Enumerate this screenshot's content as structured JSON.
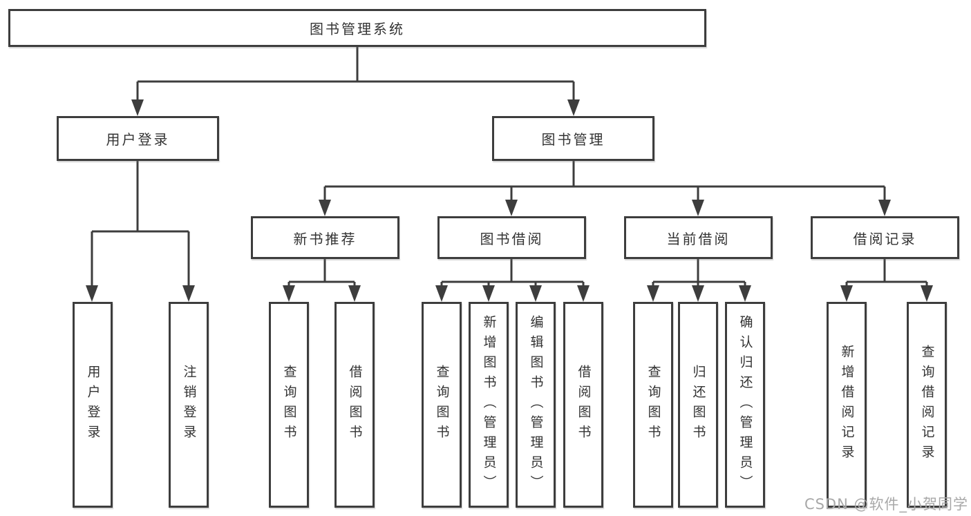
{
  "diagram": {
    "root": {
      "label": "图书管理系统"
    },
    "level2": [
      {
        "label": "用户登录"
      },
      {
        "label": "图书管理"
      }
    ],
    "level3": [
      {
        "label": "新书推荐",
        "parent": "图书管理"
      },
      {
        "label": "图书借阅",
        "parent": "图书管理"
      },
      {
        "label": "当前借阅",
        "parent": "图书管理"
      },
      {
        "label": "借阅记录",
        "parent": "图书管理"
      }
    ],
    "leaves": [
      {
        "label": "用户登录",
        "parent": "用户登录"
      },
      {
        "label": "注销登录",
        "parent": "用户登录"
      },
      {
        "label": "查询图书",
        "parent": "新书推荐"
      },
      {
        "label": "借阅图书",
        "parent": "新书推荐"
      },
      {
        "label": "查询图书",
        "parent": "图书借阅"
      },
      {
        "label": "新增图书（管理员）",
        "parent": "图书借阅"
      },
      {
        "label": "编辑图书（管理员）",
        "parent": "图书借阅"
      },
      {
        "label": "借阅图书",
        "parent": "图书借阅"
      },
      {
        "label": "查询图书",
        "parent": "当前借阅"
      },
      {
        "label": "归还图书",
        "parent": "当前借阅"
      },
      {
        "label": "确认归还（管理员）",
        "parent": "当前借阅"
      },
      {
        "label": "新增借阅记录",
        "parent": "借阅记录"
      },
      {
        "label": "查询借阅记录",
        "parent": "借阅记录"
      }
    ],
    "colors": {
      "line": "#3d3d3d",
      "border": "#3d3d3d",
      "text": "#333333",
      "background": "#ffffff",
      "watermark": "#a8a8a8"
    }
  },
  "watermark": {
    "text": "CSDN @软件_小贺同学"
  }
}
